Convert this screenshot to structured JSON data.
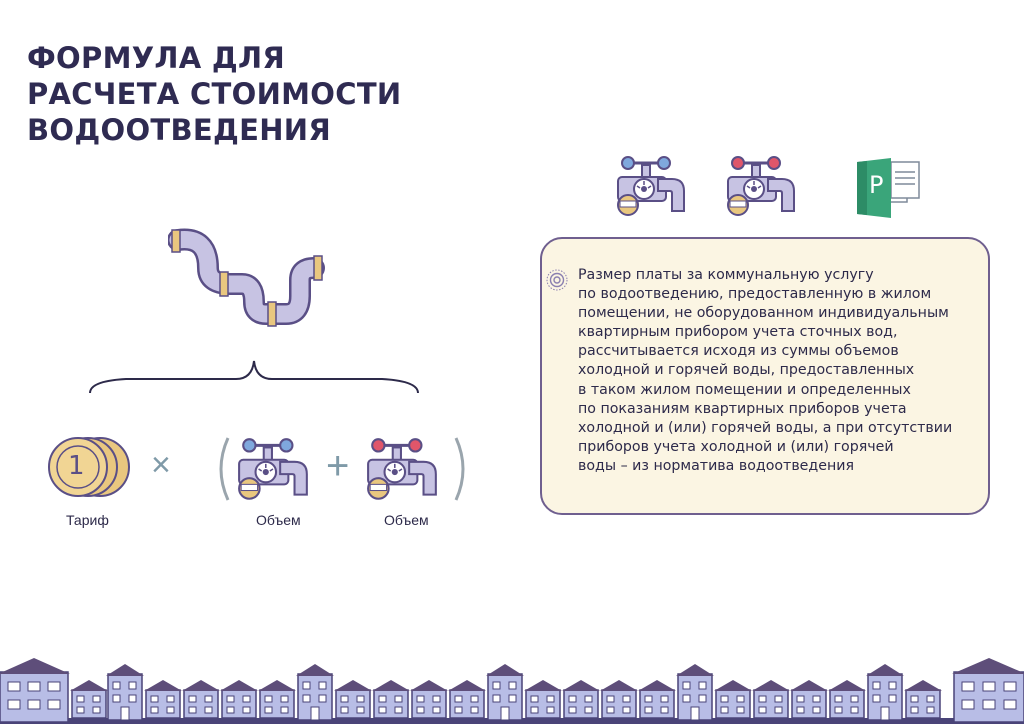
{
  "document": {
    "title": "ФОРМУЛА ДЛЯ\nРАСЧЕТА СТОИМОСТИ\nВОДООТВЕДЕНИЯ"
  },
  "formula": {
    "tariff_label": "Тариф",
    "volume_label_1": "Объем",
    "volume_label_2": "Объем",
    "coin_text": "1",
    "operator_multiply": "×",
    "operator_plus": "+"
  },
  "info": {
    "text": "Размер платы за коммунальную услугу\nпо водоотведению, предоставленную в жилом\nпомещении, не оборудованном индивидуальным\nквартирным прибором учета сточных вод,\nрассчитывается исходя из суммы объемов\nхолодной и горячей воды, предоставленных\nв таком жилом помещении и определенных\nпо показаниям квартирных приборов учета\nхолодной и (или) горячей воды, а при отсутствии\nприборов учета холодной и (или) горячей\nводы – из норматива водоотведения"
  },
  "icons": {
    "publisher_letter": "P"
  },
  "colors": {
    "title": "#2f2b52",
    "cold_water": "#7fa8dd",
    "hot_water": "#e0566a",
    "pipe": "#c7c3e3",
    "outline": "#5a4f86",
    "box_border": "#6f5f8f",
    "box_fill": "#fbf5e3",
    "coin": "#e9c77f",
    "publisher": "#3aa57a"
  }
}
